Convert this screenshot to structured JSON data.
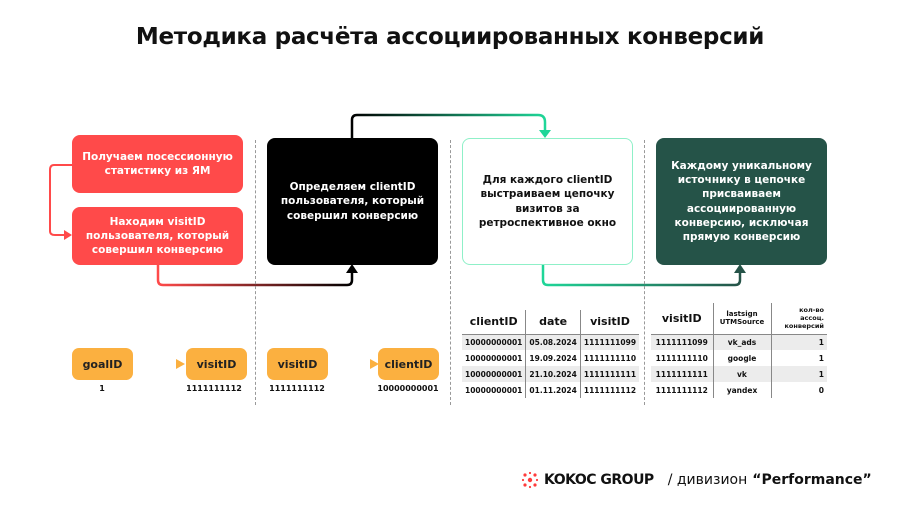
{
  "title": "Методика расчёта ассоциированных конверсий",
  "steps": {
    "step1": "Получаем посессионную статистику из ЯМ",
    "step2": "Находим visitID пользователя, который совершил конверсию",
    "step3": "Определяем clientID пользователя, который совершил конверсию",
    "step4": "Для каждого clientID выстраиваем цепочку визитов за ретроспективное окно",
    "step5": "Каждому уникальному источнику в цепочке присваиваем ассоциированную конверсию, исключая прямую конверсию"
  },
  "mapping1": {
    "from_label": "goalID",
    "from_value": "1",
    "to_label": "visitID",
    "to_value": "1111111112"
  },
  "mapping2": {
    "from_label": "visitID",
    "from_value": "1111111112",
    "to_label": "clientID",
    "to_value": "10000000001"
  },
  "table_chain": {
    "headers": [
      "clientID",
      "date",
      "visitID"
    ],
    "rows": [
      [
        "10000000001",
        "05.08.2024",
        "1111111099"
      ],
      [
        "10000000001",
        "19.09.2024",
        "1111111110"
      ],
      [
        "10000000001",
        "21.10.2024",
        "1111111111"
      ],
      [
        "10000000001",
        "01.11.2024",
        "1111111112"
      ]
    ]
  },
  "table_assoc": {
    "headers": [
      "visitID",
      "lastsign UTMSource",
      "кол-во ассоц. конверсий"
    ],
    "rows": [
      [
        "1111111099",
        "vk_ads",
        "1"
      ],
      [
        "1111111110",
        "google",
        "1"
      ],
      [
        "1111111111",
        "vk",
        "1"
      ],
      [
        "1111111112",
        "yandex",
        "0"
      ]
    ]
  },
  "footer": {
    "brand": "KOKOC GROUP",
    "division": "/ дивизион",
    "division_name": "“Performance”"
  },
  "colors": {
    "red": "#ff4a4a",
    "orange": "#fbb040",
    "green": "#255348",
    "mint": "#1fd698"
  }
}
